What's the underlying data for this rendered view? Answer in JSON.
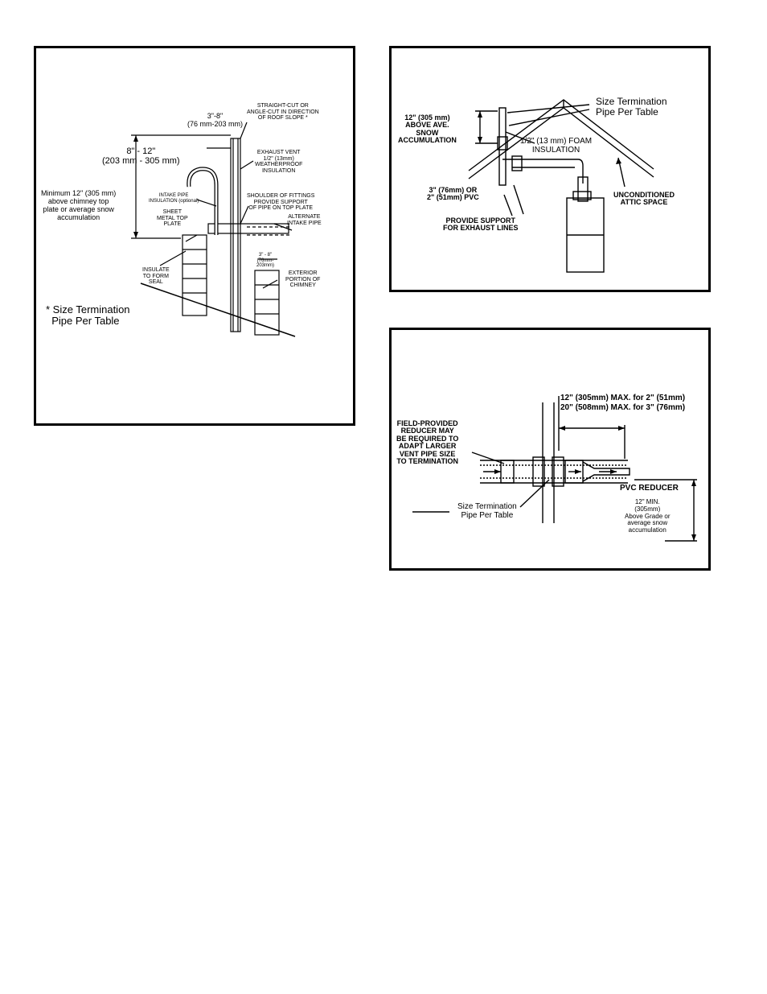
{
  "chimney": {
    "offset_top": "3\"-8\"",
    "offset_top_mm": "(76 mm-203 mm)",
    "straight_cut": "STRAIGHT-CUT OR\nANGLE-CUT IN DIRECTION\nOF ROOF SLOPE *",
    "height_range": "8\" - 12\"",
    "height_range_mm": "(203 mm - 305 mm)",
    "exhaust_vent": "EXHAUST VENT\n1/2\" (13mm)\nWEATHERPROOF\nINSULATION",
    "minimum": "Minimum 12\" (305 mm)\nabove chimney top\nplate or average snow\naccumulation",
    "intake_insulation": "INTAKE PIPE\nINSULATION (optional)",
    "shoulder": "SHOULDER OF FITTINGS\nPROVIDE SUPPORT\nOF PIPE ON TOP PLATE",
    "sheet_metal": "SHEET\nMETAL TOP\nPLATE",
    "alternate_intake": "ALTERNATE\nINTAKE PIPE",
    "offset_small": "3\" - 8\"\n(76mm-\n203mm)",
    "insulate": "INSULATE\nTO FORM\nSEAL",
    "exterior": "EXTERIOR\nPORTION OF\nCHIMNEY",
    "footnote": "* Size Termination\n  Pipe Per Table"
  },
  "attic": {
    "size_term": "Size Termination\nPipe Per Table",
    "above_snow": "12\" (305 mm)\nABOVE AVE.\nSNOW\nACCUMULATION",
    "foam": "1/2\" (13 mm) FOAM\nINSULATION",
    "pvc": "3\" (76mm) OR\n2\" (51mm) PVC",
    "unconditioned": "UNCONDITIONED\nATTIC SPACE",
    "support": "PROVIDE SUPPORT\nFOR EXHAUST LINES"
  },
  "wall": {
    "max_2": "12\" (305mm) MAX. for 2\" (51mm)",
    "max_3": "20\" (508mm) MAX. for 3\" (76mm)",
    "field_reducer": "FIELD-PROVIDED\nREDUCER MAY\nBE REQUIRED TO\nADAPT LARGER\nVENT PIPE SIZE\nTO TERMINATION",
    "pvc_reducer": "PVC REDUCER",
    "min_12": "12\" MIN.\n(305mm)\nAbove Grade or\naverage snow\naccumulation",
    "size_term": "Size Termination\nPipe Per Table"
  }
}
